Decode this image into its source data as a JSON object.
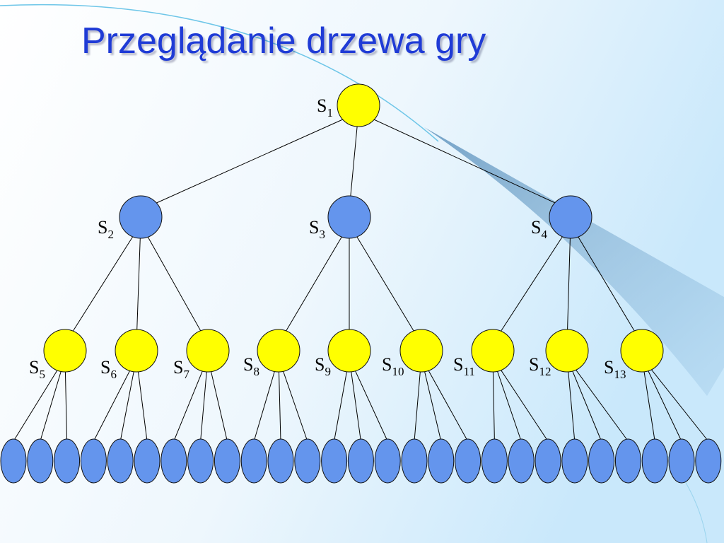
{
  "slide": {
    "title": "Przeglądanie drzewa gry"
  },
  "colors": {
    "background_light": "#ffffff",
    "background_tint": "#cfe9f9",
    "title": "#1f3bd6",
    "yellow_node": "#ffff00",
    "blue_node": "#6495ed",
    "edge": "#000000"
  },
  "tree": {
    "levels": [
      {
        "node_color": "yellow",
        "nodes": [
          {
            "id": "s1",
            "label": "S",
            "sub": "1"
          }
        ]
      },
      {
        "node_color": "blue",
        "nodes": [
          {
            "id": "s2",
            "label": "S",
            "sub": "2"
          },
          {
            "id": "s3",
            "label": "S",
            "sub": "3"
          },
          {
            "id": "s4",
            "label": "S",
            "sub": "4"
          }
        ]
      },
      {
        "node_color": "yellow",
        "nodes": [
          {
            "id": "s5",
            "label": "S",
            "sub": "5"
          },
          {
            "id": "s6",
            "label": "S",
            "sub": "6"
          },
          {
            "id": "s7",
            "label": "S",
            "sub": "7"
          },
          {
            "id": "s8",
            "label": "S",
            "sub": "8"
          },
          {
            "id": "s9",
            "label": "S",
            "sub": "9"
          },
          {
            "id": "s10",
            "label": "S",
            "sub": "10"
          },
          {
            "id": "s11",
            "label": "S",
            "sub": "11"
          },
          {
            "id": "s12",
            "label": "S",
            "sub": "12"
          },
          {
            "id": "s13",
            "label": "S",
            "sub": "13"
          }
        ]
      },
      {
        "node_color": "blue",
        "leaf_count": 27,
        "unlabeled": true
      }
    ],
    "children_per_node": 3
  }
}
